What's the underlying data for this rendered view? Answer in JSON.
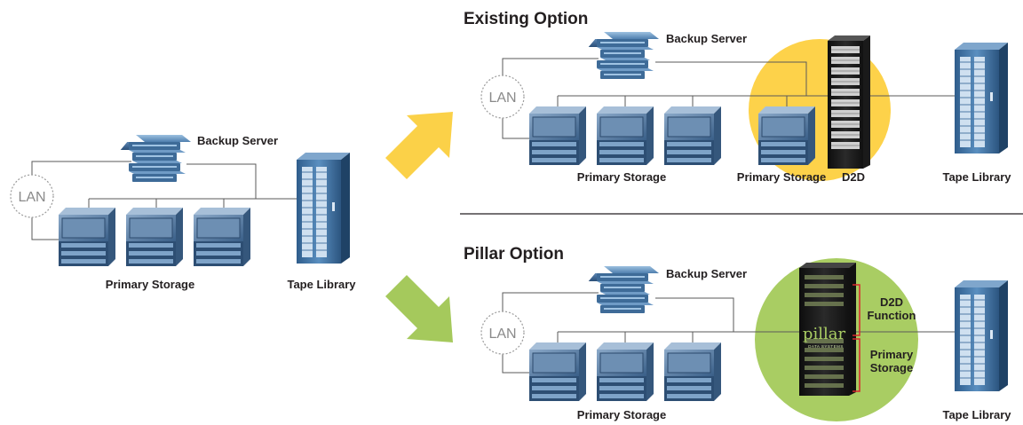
{
  "colors": {
    "yellow_circle": "#fdd24a",
    "green_circle": "#a9cd63",
    "yellow_arrow": "#fbd148",
    "green_arrow": "#a5c95c",
    "server_blue": "#3f6d99",
    "wire": "#5a5a5a",
    "bracket_red": "#d9262c"
  },
  "left": {
    "lan": "LAN",
    "backup_server": "Backup Server",
    "primary_storage": "Primary Storage",
    "tape_library": "Tape Library"
  },
  "existing": {
    "title": "Existing Option",
    "lan": "LAN",
    "backup_server": "Backup Server",
    "primary_storage_a": "Primary Storage",
    "primary_storage_b": "Primary Storage",
    "d2d": "D2D",
    "tape_library": "Tape Library"
  },
  "pillar": {
    "title": "Pillar Option",
    "lan": "LAN",
    "backup_server": "Backup Server",
    "primary_storage": "Primary Storage",
    "tape_library": "Tape Library",
    "d2d_function_line1": "D2D",
    "d2d_function_line2": "Function",
    "primary_line1": "Primary",
    "primary_line2": "Storage",
    "brand": "pillar",
    "brand_sub": "DATA SYSTEMS"
  }
}
